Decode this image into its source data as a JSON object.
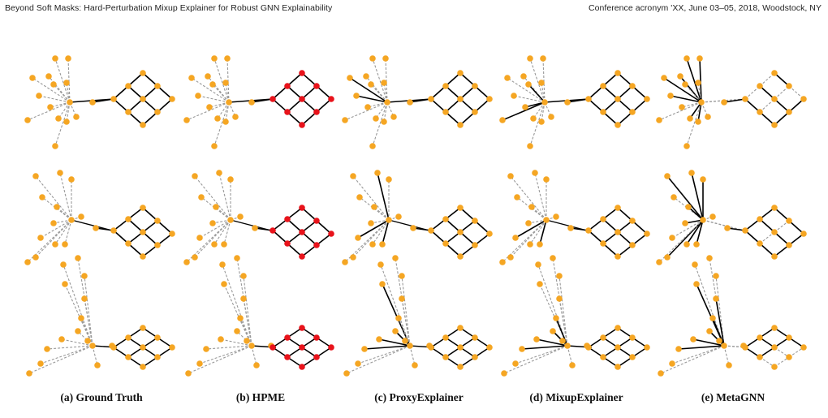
{
  "header": {
    "left": "Beyond Soft Masks: Hard-Perturbation Mixup Explainer for Robust GNN Explainability",
    "right": "Conference acronym 'XX, June 03–05, 2018, Woodstock, NY"
  },
  "captions": [
    "(a) Ground Truth",
    "(b) HPME",
    "(c) ProxyExplainer",
    "(d) MixupExplainer",
    "(e) MetaGNN"
  ],
  "colors": {
    "node": "#f5a623",
    "motif_node": "#e8131b",
    "explained_edge": "#000000",
    "unexplained_edge": "#999999"
  },
  "methods": [
    {
      "name": "Ground Truth",
      "rows": [
        {
          "highlight_motif_nodes": false,
          "explained_star": [],
          "explained_grid": "all"
        },
        {
          "highlight_motif_nodes": false,
          "explained_star": [],
          "explained_grid": "all"
        },
        {
          "highlight_motif_nodes": false,
          "explained_star": [],
          "explained_grid": "all"
        }
      ]
    },
    {
      "name": "HPME",
      "rows": [
        {
          "highlight_motif_nodes": true,
          "explained_star": [],
          "explained_grid": "all"
        },
        {
          "highlight_motif_nodes": true,
          "explained_star": [],
          "explained_grid": "all"
        },
        {
          "highlight_motif_nodes": true,
          "explained_star": [],
          "explained_grid": "all"
        }
      ]
    },
    {
      "name": "ProxyExplainer",
      "rows": [
        {
          "highlight_motif_nodes": false,
          "explained_star": [
            2,
            5
          ],
          "explained_grid": "all"
        },
        {
          "highlight_motif_nodes": false,
          "explained_star": [
            0,
            6,
            10
          ],
          "explained_grid": "all"
        },
        {
          "highlight_motif_nodes": false,
          "explained_star": [
            3,
            6,
            7,
            8
          ],
          "explained_grid": "all"
        }
      ]
    },
    {
      "name": "MixupExplainer",
      "rows": [
        {
          "highlight_motif_nodes": false,
          "explained_star": [
            4,
            6,
            9
          ],
          "explained_grid": "all"
        },
        {
          "highlight_motif_nodes": false,
          "explained_star": [
            6,
            10
          ],
          "explained_grid": "all"
        },
        {
          "highlight_motif_nodes": false,
          "explained_star": [
            5,
            6,
            7,
            8
          ],
          "explained_grid": "all"
        }
      ]
    },
    {
      "name": "MetaGNN",
      "rows": [
        {
          "highlight_motif_nodes": false,
          "explained_star": [
            0,
            1,
            2,
            3,
            5,
            7,
            8
          ],
          "explained_grid": [
            0,
            2,
            4
          ]
        },
        {
          "highlight_motif_nodes": false,
          "explained_star": [
            0,
            1,
            2,
            4,
            5,
            7,
            9,
            10
          ],
          "explained_grid": [
            0,
            1,
            2,
            4
          ]
        },
        {
          "highlight_motif_nodes": false,
          "explained_star": [
            3,
            4,
            5,
            6,
            7,
            8
          ],
          "explained_grid": [
            0,
            1,
            3
          ]
        }
      ]
    }
  ]
}
